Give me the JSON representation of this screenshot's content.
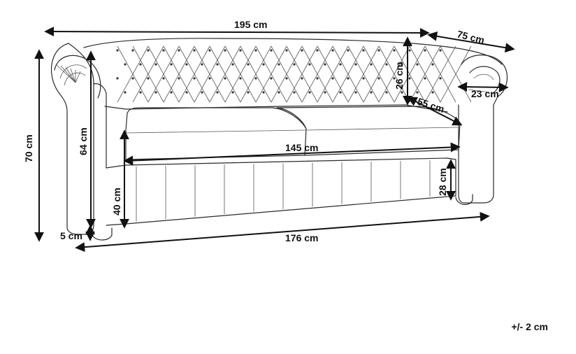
{
  "dimensions": {
    "total_width": "195 cm",
    "depth": "75 cm",
    "total_height": "70 cm",
    "arm_height": "64 cm",
    "backrest_height": "26 cm",
    "arm_width": "23 cm",
    "seat_depth": "55 cm",
    "seat_width": "145 cm",
    "seat_height": "40 cm",
    "base_height": "28 cm",
    "leg_height": "5 cm",
    "inner_width": "176 cm"
  },
  "tolerance": "+/- 2 cm"
}
